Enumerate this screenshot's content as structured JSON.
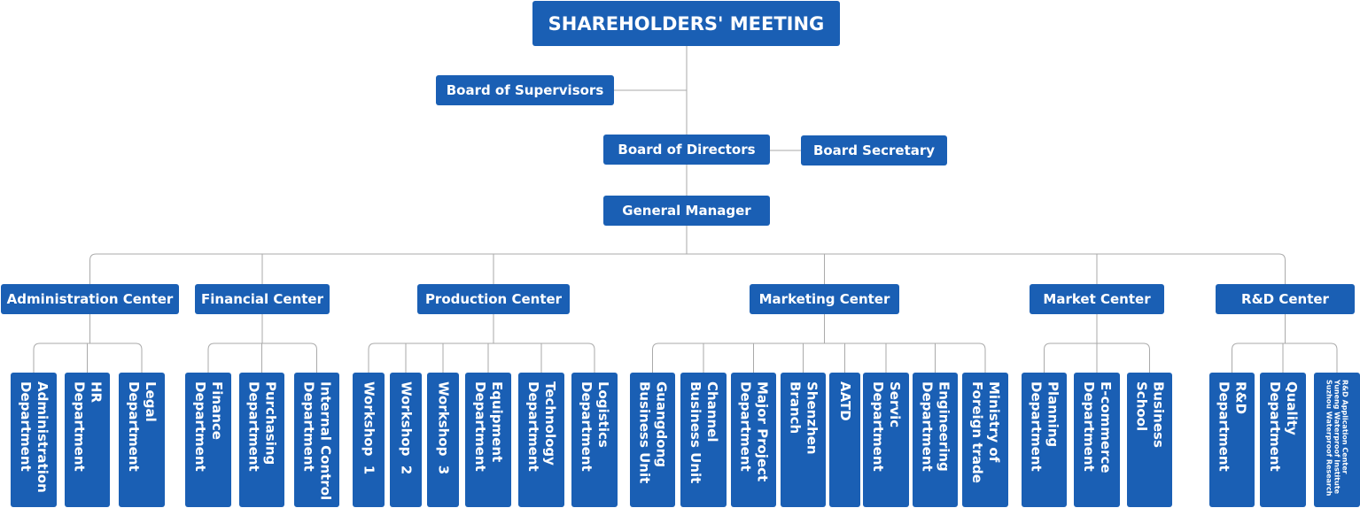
{
  "colors": {
    "box": "#1a5fb4",
    "text": "#ffffff",
    "line": "#aaaaaa"
  },
  "chart": {
    "shareholders": "SHAREHOLDERS' MEETING",
    "supervisors": "Board of Supervisors",
    "directors": "Board of Directors",
    "secretary": "Board Secretary",
    "gm": "General Manager",
    "centers": [
      {
        "name": "Administration Center",
        "depts": [
          "Administration\nDepartment",
          "HR\nDepartment",
          "Legal\nDepartment"
        ]
      },
      {
        "name": "Financial Center",
        "depts": [
          "Finance\nDepartment",
          "Purchasing\nDepartment",
          "Internal Control\nDepartment"
        ]
      },
      {
        "name": "Production Center",
        "depts": [
          "Workshop  1",
          "Workshop  2",
          "Workshop  3",
          "Equipment\nDepartment",
          "Technology\nDepartment",
          "Logistics\nDepartment"
        ]
      },
      {
        "name": "Marketing Center",
        "depts": [
          "Guangdong\nBusiness Unit",
          "Channel\nBusiness Unit",
          "Major Project\nDepartment",
          "Shenzhen\nBranch",
          "AATD",
          "Servic\nDepartment",
          "Engineering\nDepartment",
          "Ministry of\nForeign trade"
        ]
      },
      {
        "name": "Market Center",
        "depts": [
          "Planning\nDepartment",
          "E-commerce\nDepartment",
          "Business\nSchool"
        ]
      },
      {
        "name": "R&D Center",
        "depts": [
          "R&D\nDepartment",
          "Quality\nDepartment",
          "R&D Application Center\nYuneng Waterproof Institute\nSuzhou Waterproof Research"
        ]
      }
    ]
  }
}
